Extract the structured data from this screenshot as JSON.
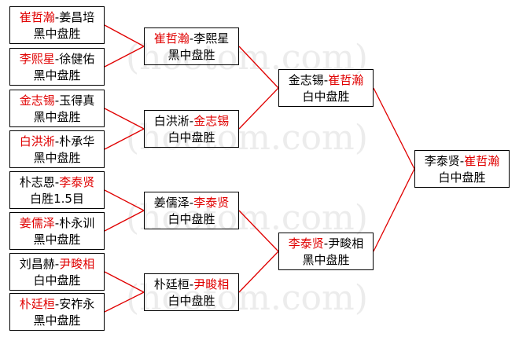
{
  "bracket": {
    "round1": [
      {
        "p1": "崔哲瀚",
        "p2": "姜昌培",
        "winner": 1,
        "result": "黑中盘胜"
      },
      {
        "p1": "李熙星",
        "p2": "徐健佑",
        "winner": 1,
        "result": "黑中盘胜"
      },
      {
        "p1": "金志锡",
        "p2": "玉得真",
        "winner": 1,
        "result": "黑中盘胜"
      },
      {
        "p1": "白洪淅",
        "p2": "朴承华",
        "winner": 1,
        "result": "黑中盘胜"
      },
      {
        "p1": "朴志恩",
        "p2": "李泰贤",
        "winner": 2,
        "result": "白胜1.5目"
      },
      {
        "p1": "姜儒泽",
        "p2": "朴永训",
        "winner": 1,
        "result": "黑中盘胜"
      },
      {
        "p1": "刘昌赫",
        "p2": "尹畯相",
        "winner": 2,
        "result": "白中盘胜"
      },
      {
        "p1": "朴廷桓",
        "p2": "安祚永",
        "winner": 1,
        "result": "黑中盘胜"
      }
    ],
    "round2": [
      {
        "p1": "崔哲瀚",
        "p2": "李熙星",
        "winner": 1,
        "result": "黑中盘胜"
      },
      {
        "p1": "白洪淅",
        "p2": "金志锡",
        "winner": 2,
        "result": "白中盘胜"
      },
      {
        "p1": "姜儒泽",
        "p2": "李泰贤",
        "winner": 2,
        "result": "白中盘胜"
      },
      {
        "p1": "朴廷桓",
        "p2": "尹畯相",
        "winner": 2,
        "result": "白中盘胜"
      }
    ],
    "round3": [
      {
        "p1": "金志锡",
        "p2": "崔哲瀚",
        "winner": 2,
        "result": "白中盘胜"
      },
      {
        "p1": "李泰贤",
        "p2": "尹畯相",
        "winner": 1,
        "result": "黑中盘胜"
      }
    ],
    "final": [
      {
        "p1": "李泰贤",
        "p2": "崔哲瀚",
        "winner": 2,
        "result": "白中盘胜"
      }
    ]
  },
  "separator": "-",
  "watermark": "(hoetom.com)",
  "colors": {
    "winner_text": "#e00000",
    "connector": "#e00000",
    "border": "#000000",
    "watermark": "#ececec"
  }
}
